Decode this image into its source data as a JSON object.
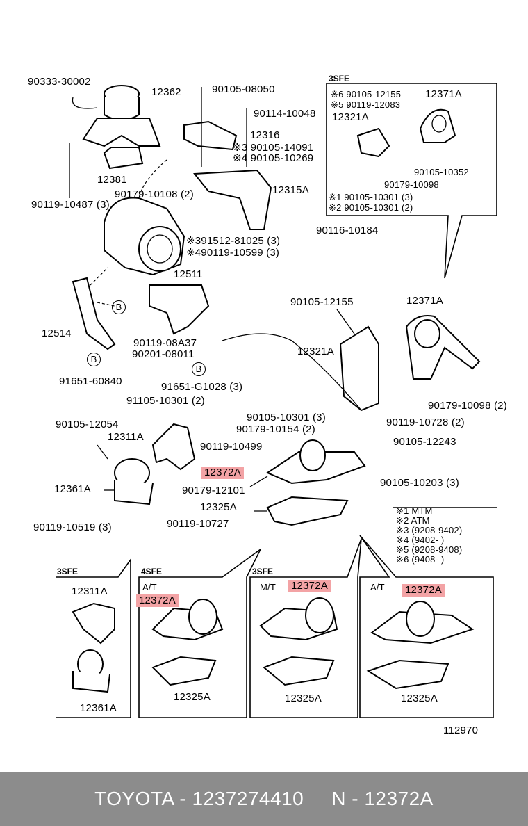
{
  "diagram": {
    "ref_number": "112970",
    "highlight_color": "#f3a3a5",
    "labels": {
      "p90333": "90333-30002",
      "p12362": "12362",
      "p90105_08050": "90105-08050",
      "p90114": "90114-10048",
      "p12316": "12316",
      "n3_90105_14091": "※3 90105-14091",
      "n4_90105_10269": "※4 90105-10269",
      "p12381": "12381",
      "p90179_10108": "90179-10108 (2)",
      "p12315A": "12315A",
      "p90119_10487": "90119-10487 (3)",
      "p90116": "90116-10184",
      "n3_91512": "※391512-81025 (3)",
      "n4_90119_10599": "※490119-10599 (3)",
      "p12511": "12511",
      "p12514": "12514",
      "p90119_08A37": "90119-08A37",
      "p90201": "90201-08011",
      "p91651_60840": "91651-60840",
      "p91651_G1028": "91651-G1028 (3)",
      "p91105": "91105-10301 (2)",
      "p90105_12054": "90105-12054",
      "p12311A": "12311A",
      "p12361A": "12361A",
      "p90179_12101": "90179-12101",
      "p90119_10519": "90119-10519 (3)",
      "p90119_10727": "90119-10727",
      "p12325A": "12325A",
      "p12372A_main": "12372A",
      "p90105_10203": "90105-10203 (3)",
      "p90105_12243": "90105-12243",
      "p90119_10499": "90119-10499",
      "p90179_10154": "90179-10154 (2)",
      "p90105_10301": "90105-10301 (3)",
      "p90105_12155": "90105-12155",
      "p12371A": "12371A",
      "p12321A": "12321A",
      "p90179_10098": "90179-10098 (2)",
      "p90119_10728": "90119-10728 (2)",
      "b_symbol": "B"
    },
    "inset_3sfe": {
      "title": "3SFE",
      "n6": "※6 90105-12155",
      "n5": "※5 90119-12083",
      "p12371A": "12371A",
      "p12321A": "12321A",
      "p90105_10352": "90105-10352",
      "p90179_10098": "90179-10098",
      "n1": "※1 90105-10301 (3)",
      "n2": "※2 90105-10301 (2)"
    },
    "legend": [
      "※1 MTM",
      "※2 ATM",
      "※3 (9208-9402)",
      "※4 (9402-        )",
      "※5 (9208-9408)",
      "※6 (9408-        )"
    ],
    "bottom_panels": [
      {
        "engine": "3SFE",
        "trans": "",
        "labels": [
          "12311A",
          "12361A"
        ]
      },
      {
        "engine": "4SFE",
        "trans": "A/T",
        "labels": [
          "12372A",
          "12325A"
        ]
      },
      {
        "engine": "3SFE",
        "trans": "M/T",
        "labels": [
          "12372A",
          "12325A"
        ]
      },
      {
        "engine": "",
        "trans": "A/T",
        "labels": [
          "12372A",
          "12325A"
        ]
      }
    ]
  },
  "footer": {
    "brand_part": "TOYOTA - 1237274410",
    "number_part": "N - 12372A",
    "background": "#8c8c8c"
  }
}
